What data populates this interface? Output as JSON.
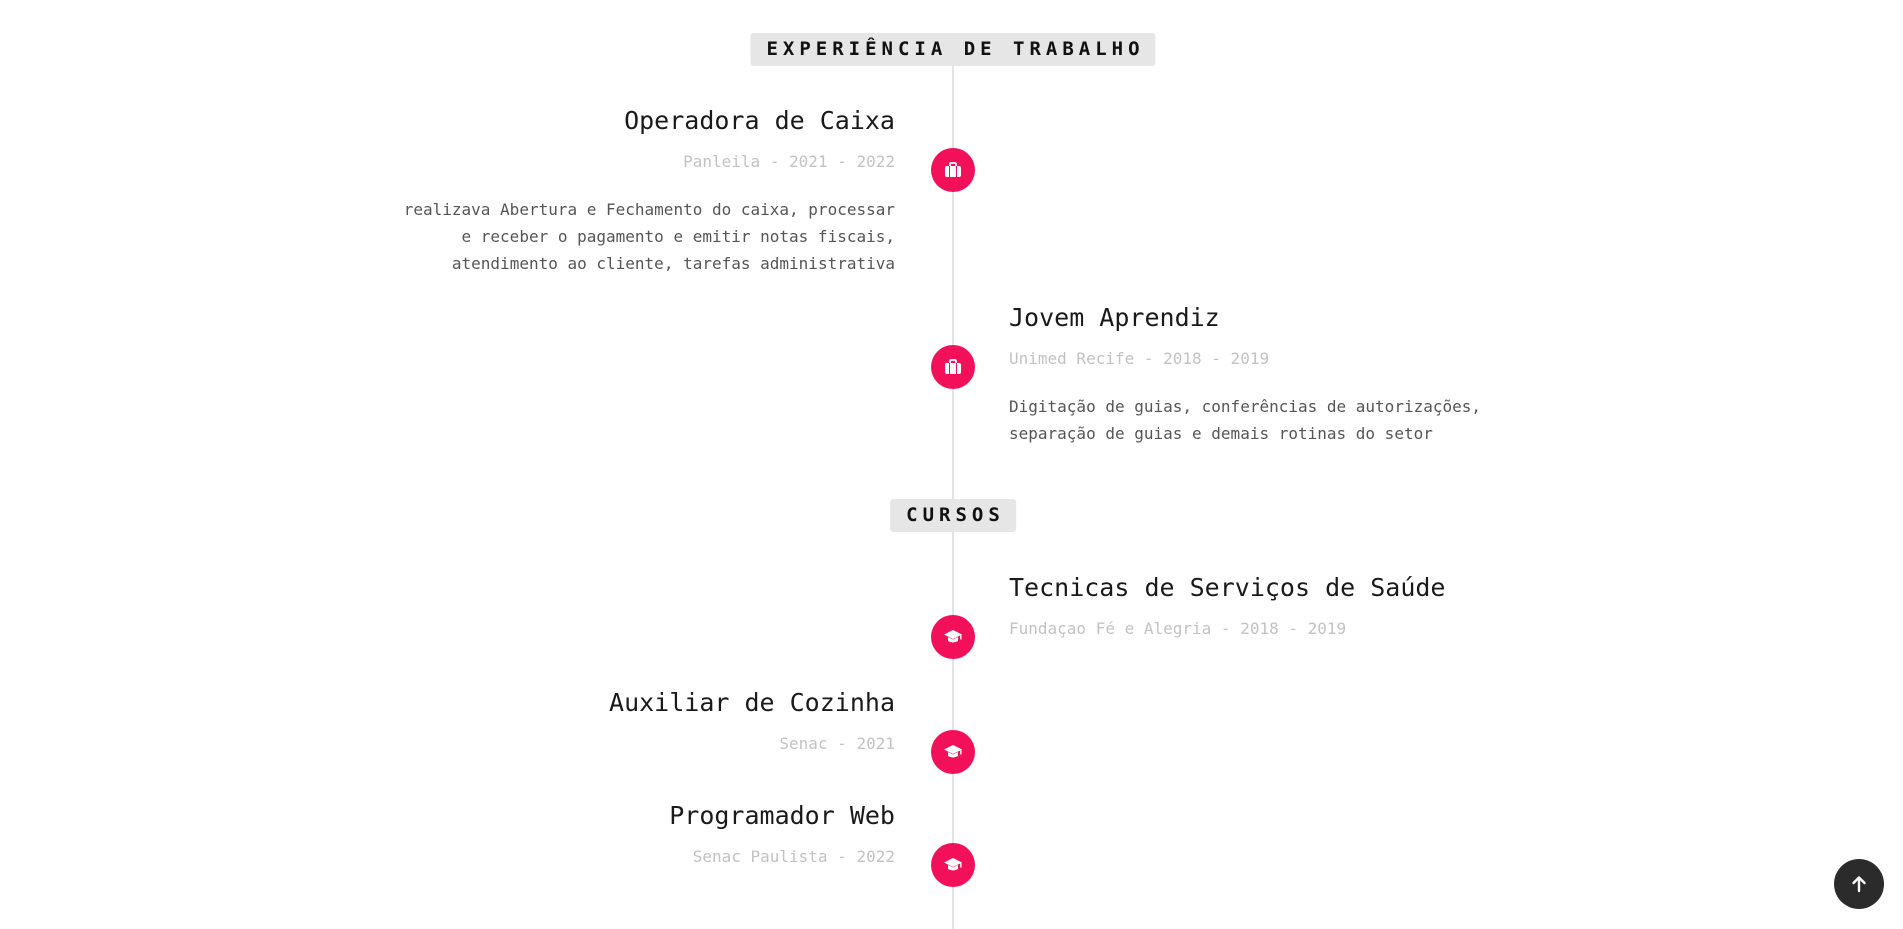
{
  "sections": {
    "experience": {
      "title": "EXPERIÊNCIA DE TRABALHO",
      "items": [
        {
          "title": "Operadora de Caixa",
          "meta": "Panleila - 2021 - 2022",
          "description_lines": [
            "realizava Abertura e Fechamento do caixa, processar",
            "e receber o pagamento e emitir notas fiscais,",
            "atendimento ao cliente, tarefas administrativa"
          ],
          "icon": "briefcase-icon"
        },
        {
          "title": "Jovem Aprendiz",
          "meta": "Unimed Recife - 2018 - 2019",
          "description_lines": [
            "Digitação de guias, conferências de autorizações,",
            "separação de guias e demais rotinas do setor"
          ],
          "icon": "briefcase-icon"
        }
      ]
    },
    "courses": {
      "title": "CURSOS",
      "items": [
        {
          "title": "Tecnicas de Serviços de Saúde",
          "meta": "Fundaçao Fé e Alegria - 2018 - 2019",
          "icon": "graduation-cap-icon"
        },
        {
          "title": "Auxiliar de Cozinha",
          "meta": "Senac - 2021",
          "icon": "graduation-cap-icon"
        },
        {
          "title": "Programador Web",
          "meta": "Senac Paulista - 2022",
          "icon": "graduation-cap-icon"
        }
      ]
    }
  },
  "scroll_top": {
    "icon": "arrow-up-icon"
  },
  "colors": {
    "accent": "#f2105a",
    "badge_bg": "#e6e6e6",
    "line": "#e3e3e3",
    "meta_text": "#c2c2c2",
    "desc_text": "#555555",
    "scroll_button": "#2b2b2b"
  }
}
